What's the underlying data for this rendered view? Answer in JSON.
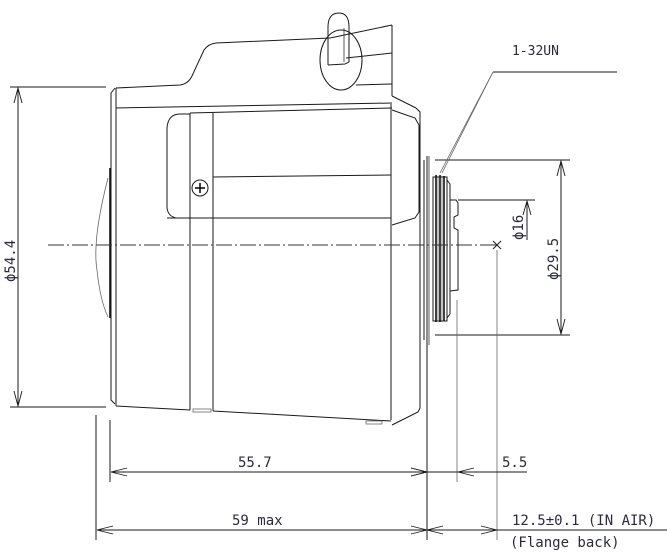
{
  "drawing": {
    "type": "lens outline dimension drawing",
    "view": "side view",
    "colors": {
      "line": "#1a1a1a",
      "text": "#2a2a3a",
      "background": "#ffffff"
    }
  },
  "dimensions": {
    "outer_diameter": "ϕ54.4",
    "mount_thread": "1-32UN",
    "mount_diameter": "ϕ29.5",
    "rear_diameter": "ϕ16",
    "body_length": "55.7",
    "mount_length": "5.5",
    "total_length": "59 max",
    "flange_back": "12.5±0.1 (IN AIR)",
    "flange_back_note": "(Flange back)"
  },
  "symbols": {
    "screw": "screw-head-icon",
    "focal_point": "cross-marker-icon"
  }
}
